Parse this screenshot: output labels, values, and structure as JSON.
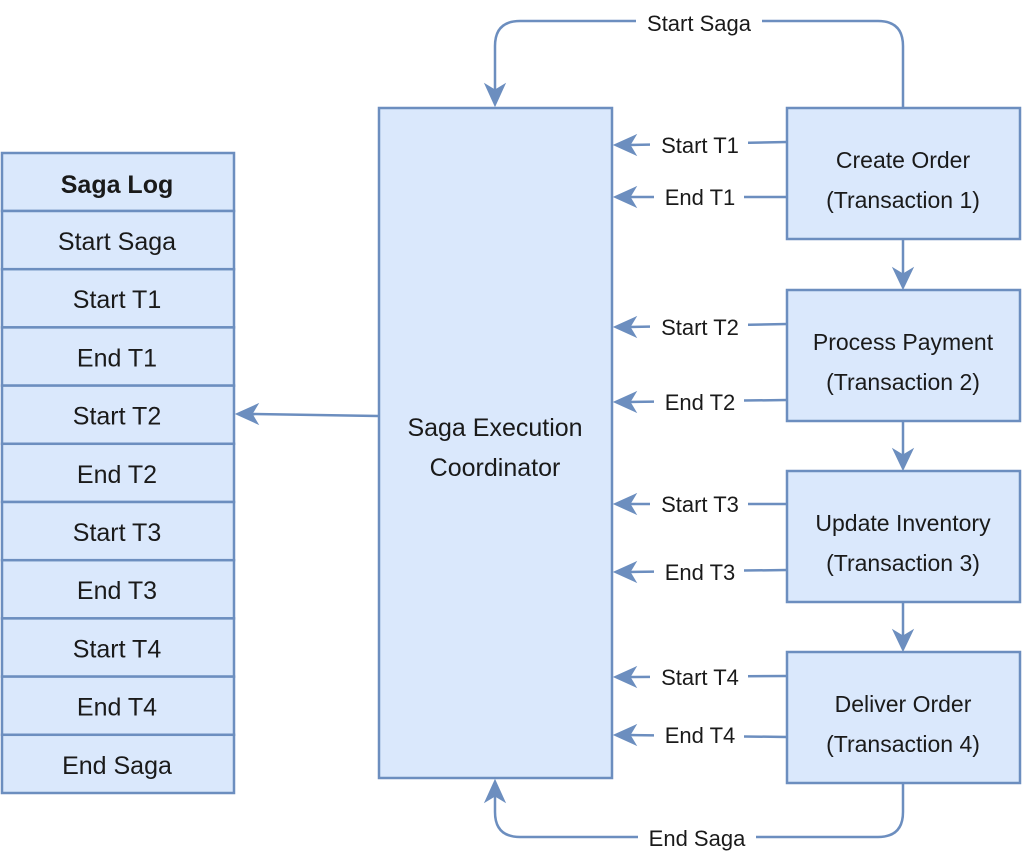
{
  "saga_log": {
    "title": "Saga Log",
    "entries": [
      "Start Saga",
      "Start T1",
      "End T1",
      "Start T2",
      "End T2",
      "Start T3",
      "End T3",
      "Start T4",
      "End T4",
      "End Saga"
    ]
  },
  "coordinator": {
    "line1": "Saga Execution",
    "line2": "Coordinator"
  },
  "transactions": [
    {
      "name": "Create Order",
      "sub": "(Transaction 1)",
      "start_label": "Start T1",
      "end_label": "End T1"
    },
    {
      "name": "Process Payment",
      "sub": "(Transaction 2)",
      "start_label": "Start T2",
      "end_label": "End T2"
    },
    {
      "name": "Update Inventory",
      "sub": "(Transaction 3)",
      "start_label": "Start T3",
      "end_label": "End T3"
    },
    {
      "name": "Deliver Order",
      "sub": "(Transaction 4)",
      "start_label": "Start T4",
      "end_label": "End T4"
    }
  ],
  "loop_labels": {
    "top": "Start Saga",
    "bottom": "End Saga"
  },
  "colors": {
    "fill": "#dae8fc",
    "stroke": "#6c8ebf",
    "text": "#1a1a1a"
  }
}
